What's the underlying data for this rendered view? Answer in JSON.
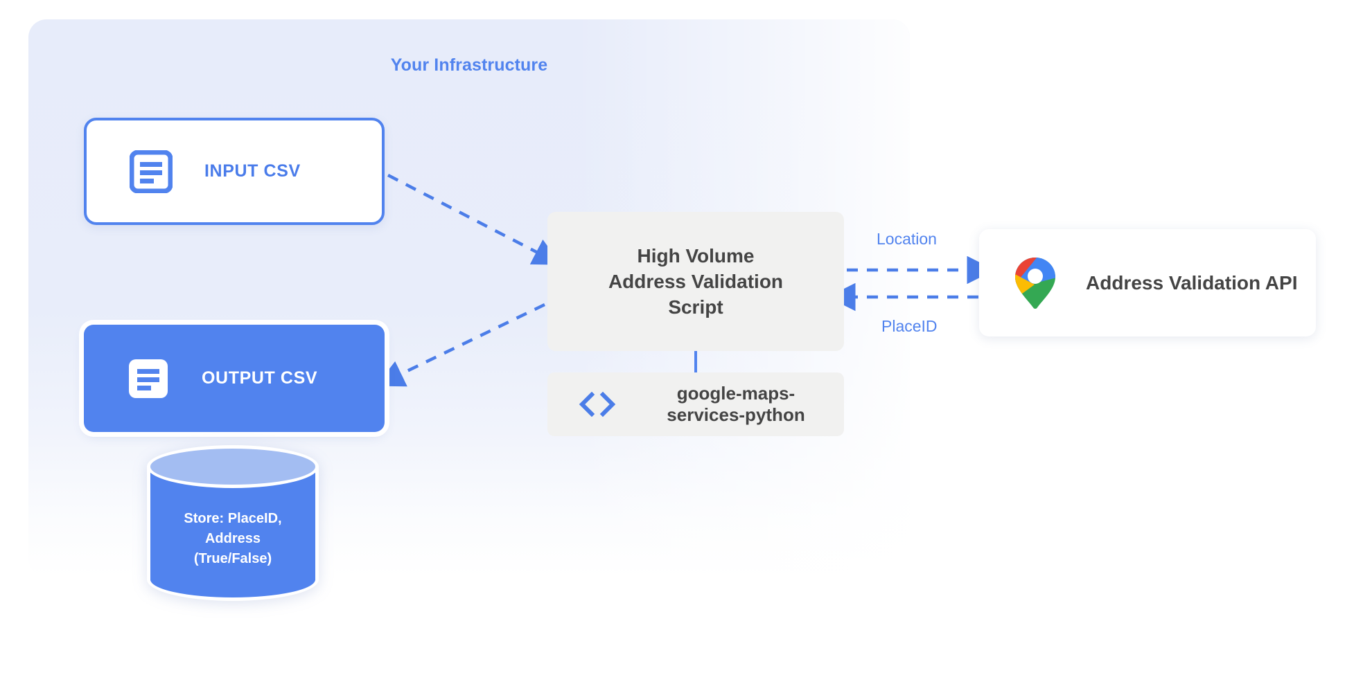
{
  "panel": {
    "title": "Your Infrastructure",
    "accent_color": "#5183ee",
    "background_color": "#e7ecfa"
  },
  "nodes": {
    "input_csv": {
      "label": "INPUT CSV",
      "icon": "document-icon",
      "fill": "#ffffff",
      "border": "#5183ee",
      "text_color": "#4a7cea"
    },
    "output_csv": {
      "label": "OUTPUT CSV",
      "icon": "document-icon",
      "fill": "#5183ee",
      "text_color": "#ffffff"
    },
    "script": {
      "line1": "High Volume",
      "line2": "Address Validation",
      "line3": "Script",
      "fill": "#f1f1f0",
      "text_color": "#444444"
    },
    "library": {
      "line1": "google-maps-",
      "line2": "services-python",
      "icon": "code-brackets-icon",
      "fill": "#f1f1f0",
      "text_color": "#444444"
    },
    "api": {
      "label": "Address Validation API",
      "icon": "google-maps-pin-icon",
      "fill": "#ffffff",
      "text_color": "#444444"
    },
    "datastore": {
      "line1": "Store: PlaceID,",
      "line2": "Address",
      "line3": "(True/False)",
      "body_color": "#5183ee",
      "top_color": "#a3bdf2",
      "text_color": "#ffffff"
    }
  },
  "edges": {
    "location_label": "Location",
    "placeid_label": "PlaceID",
    "line_color": "#5183ee",
    "style": "dashed"
  }
}
